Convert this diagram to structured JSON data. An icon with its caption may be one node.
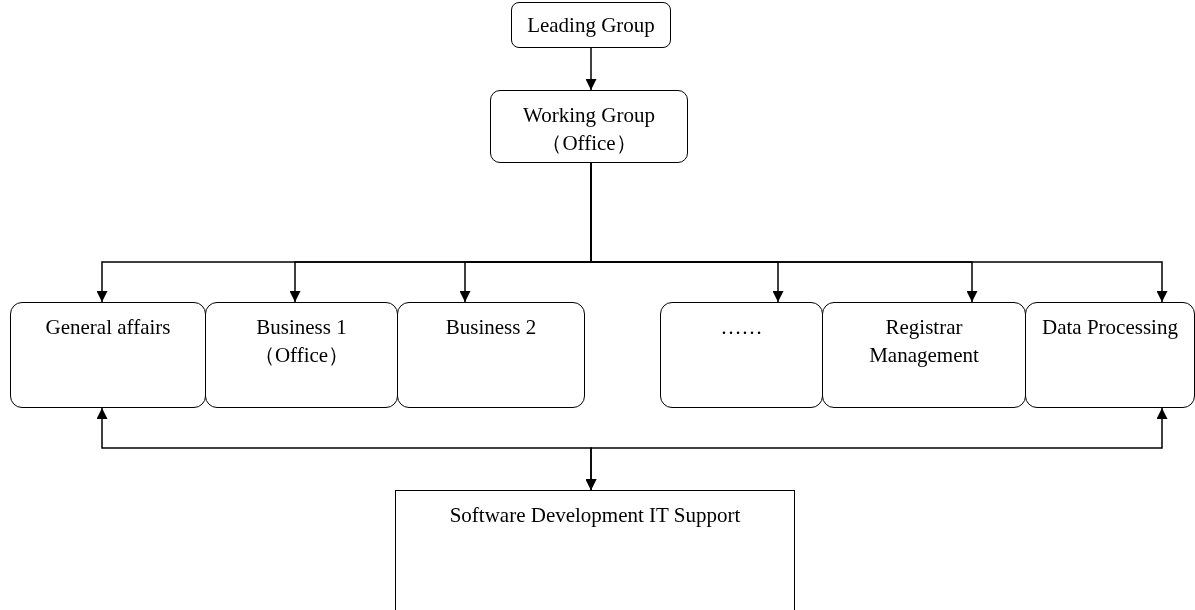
{
  "diagram": {
    "nodes": [
      {
        "text": [
          "Leading Group"
        ]
      },
      {
        "text": [
          "Working Group （Office）"
        ]
      },
      {
        "text": [
          "General affairs"
        ]
      },
      {
        "text": [
          "Business 1 （Office）"
        ]
      },
      {
        "text": [
          "Business 2"
        ]
      },
      {
        "text": [
          "……"
        ]
      },
      {
        "text": [
          "Registrar Management"
        ]
      },
      {
        "text": [
          "Data Processing"
        ]
      },
      {
        "text": [
          "Software Development IT Support"
        ]
      }
    ],
    "edges": [
      {
        "from": 0,
        "to": 1,
        "arrow": "to"
      },
      {
        "from": 1,
        "to": 2,
        "arrow": "to"
      },
      {
        "from": 1,
        "to": 3,
        "arrow": "to"
      },
      {
        "from": 1,
        "to": 4,
        "arrow": "to"
      },
      {
        "from": 1,
        "to": 5,
        "arrow": "to"
      },
      {
        "from": 1,
        "to": 6,
        "arrow": "to"
      },
      {
        "from": 1,
        "to": 7,
        "arrow": "to"
      },
      {
        "from": 2,
        "to": 8,
        "arrow": "both"
      },
      {
        "from": 7,
        "to": 8,
        "arrow": "both"
      }
    ]
  }
}
